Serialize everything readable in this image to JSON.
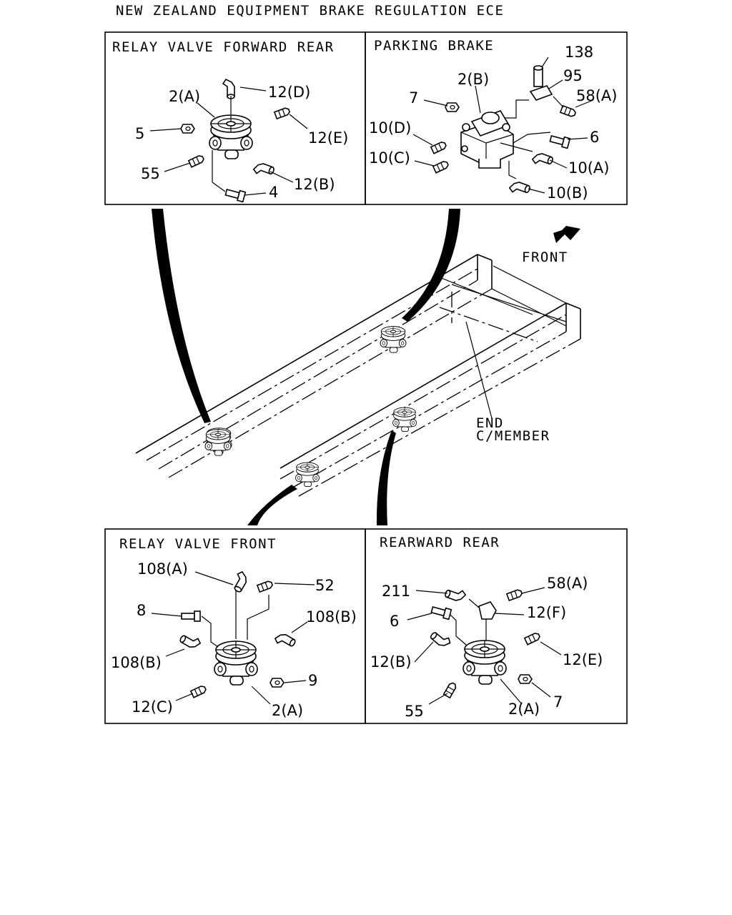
{
  "title": "NEW ZEALAND EQUIPMENT BRAKE REGULATION ECE",
  "panels": {
    "relay_valve_forward_rear": {
      "heading": "RELAY VALVE FORWARD REAR",
      "labels": [
        "2(A)",
        "12(D)",
        "5",
        "12(E)",
        "55",
        "12(B)",
        "4"
      ]
    },
    "parking_brake": {
      "heading": "PARKING BRAKE",
      "labels": [
        "138",
        "95",
        "2(B)",
        "58(A)",
        "7",
        "10(D)",
        "6",
        "10(C)",
        "10(A)",
        "10(B)"
      ]
    },
    "relay_valve_front": {
      "heading": "RELAY VALVE FRONT",
      "labels": [
        "108(A)",
        "52",
        "8",
        "108(B)",
        "108(B)",
        "9",
        "12(C)",
        "2(A)"
      ]
    },
    "rearward_rear": {
      "heading": "REARWARD REAR",
      "labels": [
        "211",
        "58(A)",
        "12(F)",
        "6",
        "12(B)",
        "12(E)",
        "55",
        "2(A)",
        "7"
      ]
    }
  },
  "frame": {
    "front_label": "FRONT",
    "end_member_label_1": "END",
    "end_member_label_2": "C/MEMBER"
  },
  "colors": {
    "ink": "#000000",
    "paper": "#ffffff"
  }
}
